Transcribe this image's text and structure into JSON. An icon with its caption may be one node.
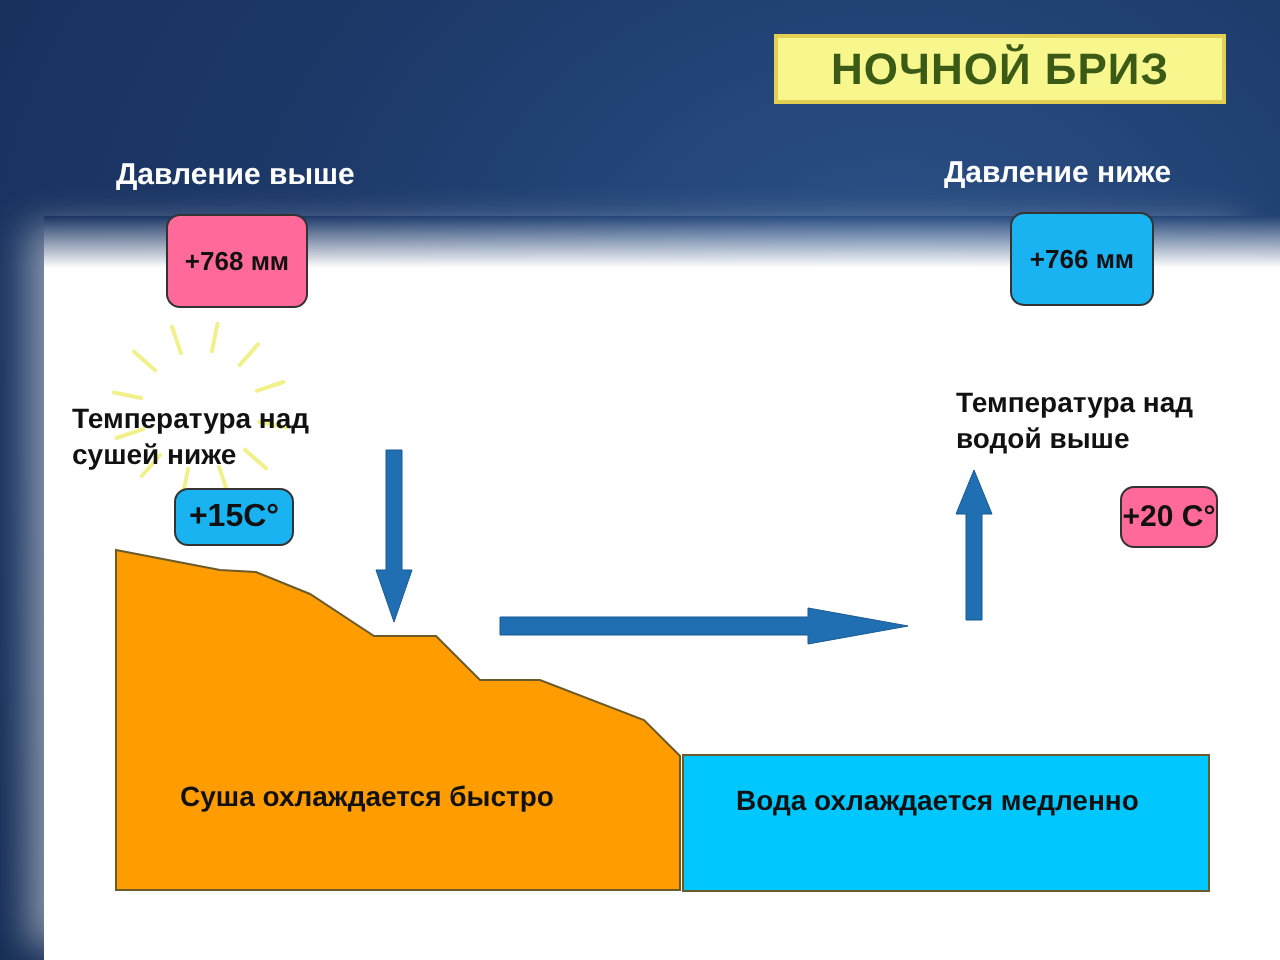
{
  "diagram": {
    "title": "НОЧНОЙ БРИЗ",
    "nodes": [
      {
        "text": [
          "+768 мм"
        ]
      },
      {
        "text": [
          "+766 мм"
        ]
      },
      {
        "text": [
          "+15C°"
        ]
      },
      {
        "text": [
          "+20 C°"
        ]
      },
      {
        "text": [
          "Суша охлаждается быстро"
        ]
      },
      {
        "text": [
          "Вода охлаждается медленно"
        ]
      }
    ],
    "labels": [
      "Давление выше",
      "Давление ниже",
      "Температура над сушей ниже",
      "Температура над водой выше"
    ]
  }
}
